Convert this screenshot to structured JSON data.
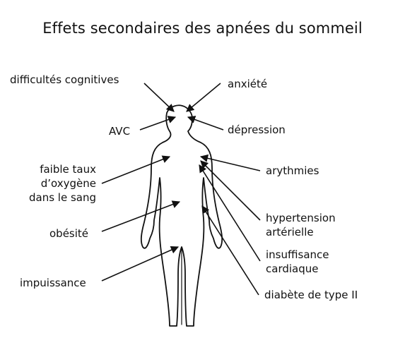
{
  "title": "Effets secondaires des apnées du sommeil",
  "left_labels": {
    "cognitive": "difficultés cognitives",
    "stroke": "AVC",
    "oxygen": [
      "faible taux",
      "d’oxygène",
      "dans le sang"
    ],
    "obesity": "obésité",
    "impotence": "impuissance"
  },
  "right_labels": {
    "anxiety": "anxiété",
    "depression": "dépression",
    "arrhythmia": "arythmies",
    "hypertension": [
      "hypertension",
      "artérielle"
    ],
    "heart_failure": [
      "insuffisance",
      "cardiaque"
    ],
    "diabetes": "diabète de type II"
  },
  "colors": {
    "ink": "#111111",
    "background": "#ffffff"
  }
}
